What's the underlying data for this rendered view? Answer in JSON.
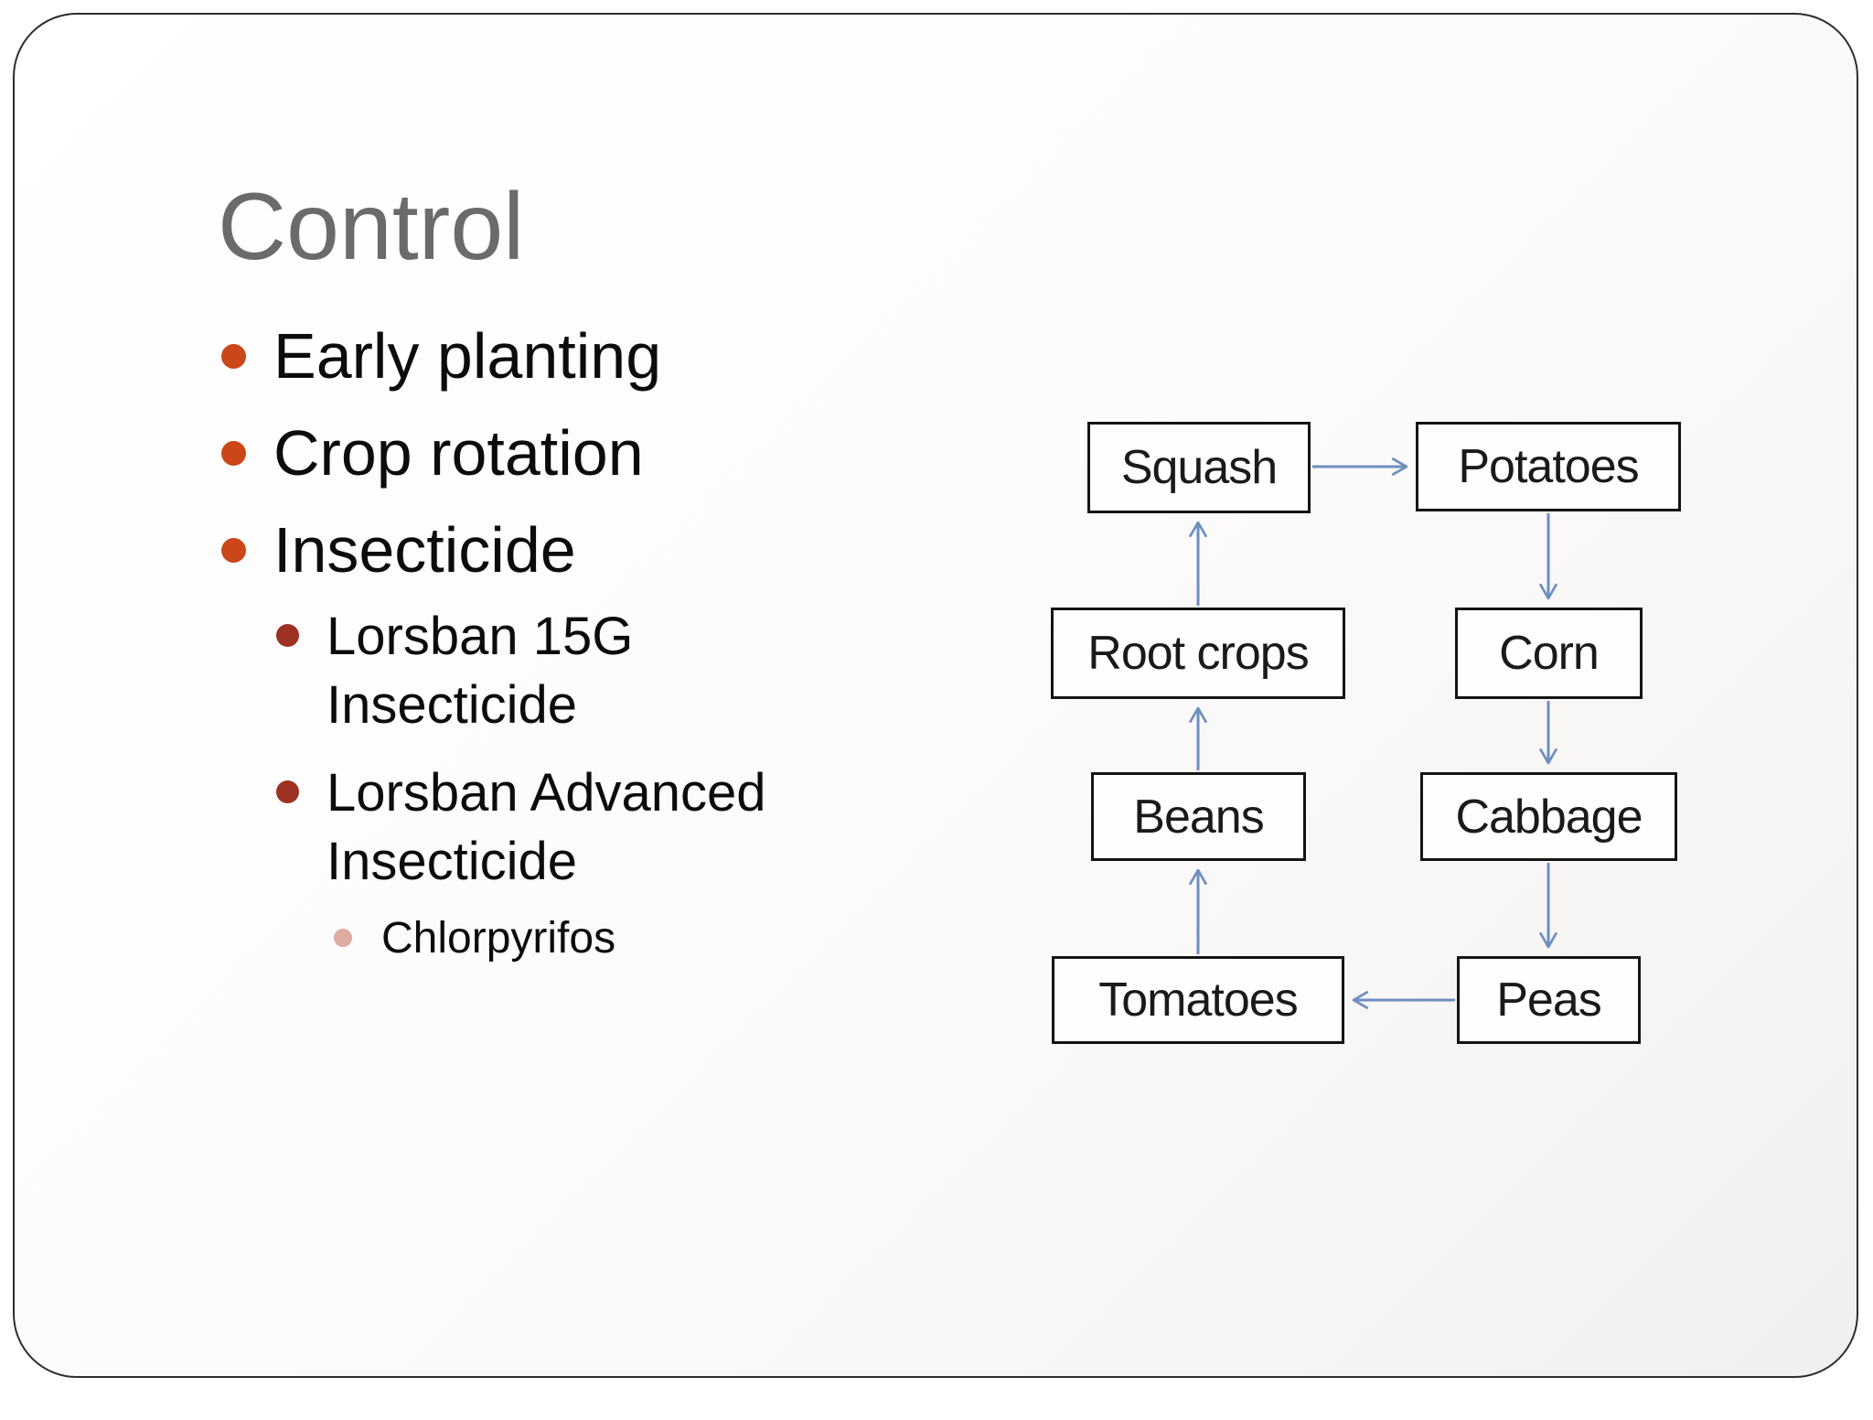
{
  "slide": {
    "title": "Control",
    "bullets": [
      {
        "text": "Early planting"
      },
      {
        "text": "Crop rotation"
      },
      {
        "text": "Insecticide",
        "children": [
          {
            "text": "Lorsban 15G Insecticide"
          },
          {
            "text": "Lorsban Advanced Insecticide",
            "children": [
              {
                "text": "Chlorpyrifos"
              }
            ]
          }
        ]
      }
    ]
  },
  "diagram": {
    "type": "flow-cycle",
    "nodes": [
      {
        "id": "squash",
        "label": "Squash"
      },
      {
        "id": "potatoes",
        "label": "Potatoes"
      },
      {
        "id": "corn",
        "label": "Corn"
      },
      {
        "id": "cabbage",
        "label": "Cabbage"
      },
      {
        "id": "peas",
        "label": "Peas"
      },
      {
        "id": "tomatoes",
        "label": "Tomatoes"
      },
      {
        "id": "beans",
        "label": "Beans"
      },
      {
        "id": "root-crops",
        "label": "Root crops"
      }
    ],
    "edges": [
      {
        "from": "Squash",
        "to": "Potatoes"
      },
      {
        "from": "Potatoes",
        "to": "Corn"
      },
      {
        "from": "Corn",
        "to": "Cabbage"
      },
      {
        "from": "Cabbage",
        "to": "Peas"
      },
      {
        "from": "Peas",
        "to": "Tomatoes"
      },
      {
        "from": "Tomatoes",
        "to": "Beans"
      },
      {
        "from": "Beans",
        "to": "Root crops"
      },
      {
        "from": "Root crops",
        "to": "Squash"
      }
    ]
  },
  "colors": {
    "title": "#6b6b6b",
    "bullet_l1": "#cb4719",
    "bullet_l2": "#9d3123",
    "bullet_l3": "#ddab9f",
    "arrow": "#6d8fc0"
  }
}
